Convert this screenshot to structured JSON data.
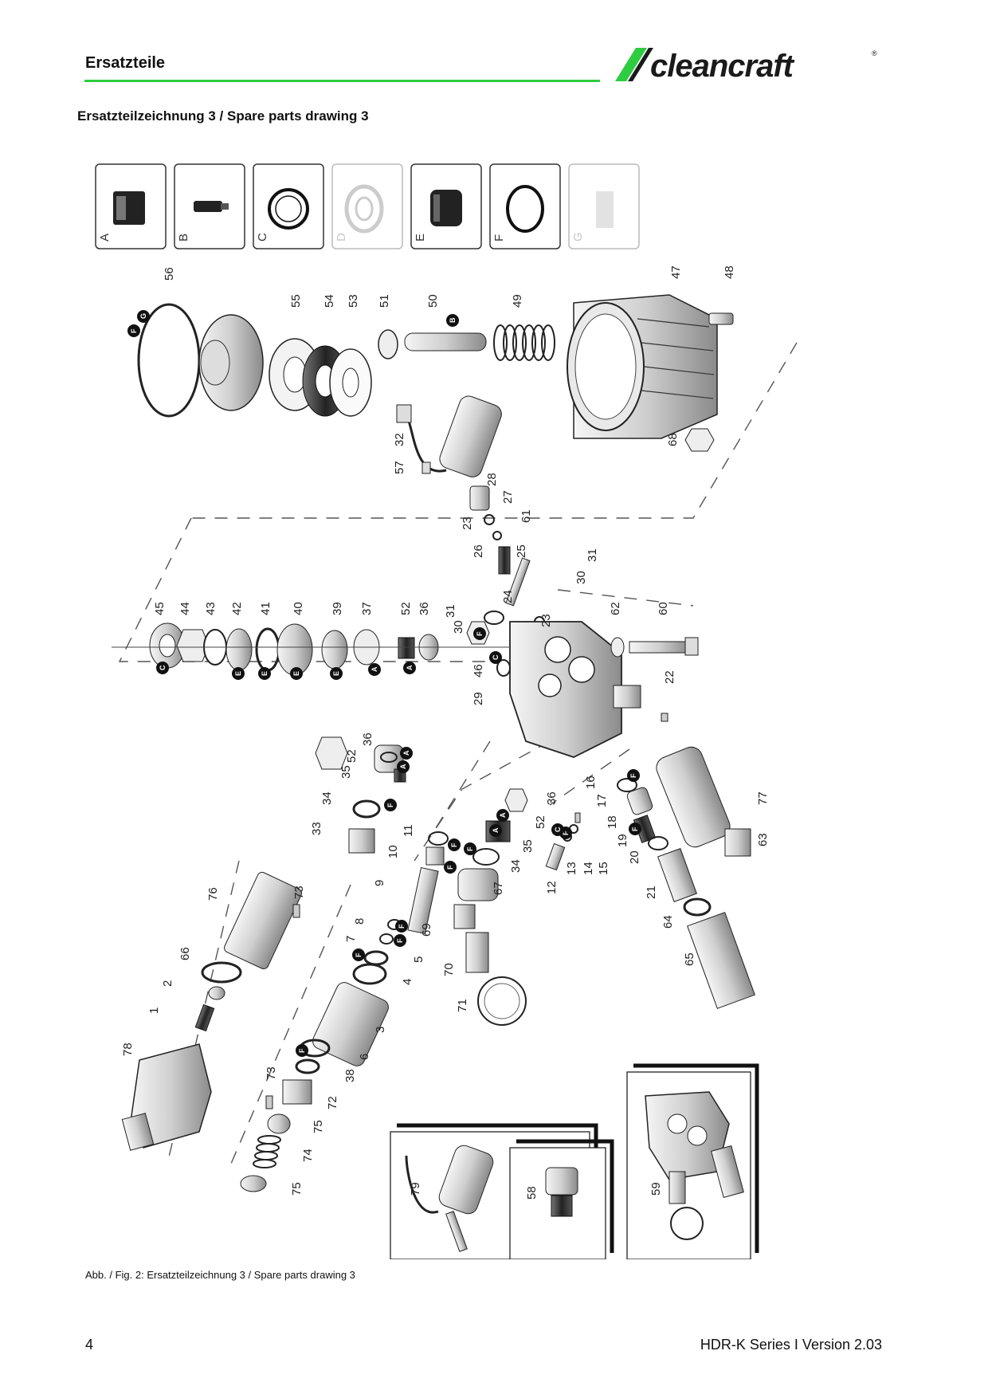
{
  "header": {
    "section_title": "Ersatzteile",
    "brand": "cleancraft"
  },
  "subtitle": "Ersatzteilzeichnung 3 / Spare parts drawing 3",
  "kits": [
    {
      "label": "A",
      "icon": "coupling-icon"
    },
    {
      "label": "B",
      "icon": "pin-icon"
    },
    {
      "label": "C",
      "icon": "seal-ring-icon"
    },
    {
      "label": "D",
      "icon": "bearing-icon"
    },
    {
      "label": "E",
      "icon": "sleeve-icon"
    },
    {
      "label": "F",
      "icon": "o-ring-icon"
    },
    {
      "label": "G",
      "icon": "plate-icon"
    }
  ],
  "part_numbers": [
    "1",
    "2",
    "3",
    "4",
    "5",
    "6",
    "7",
    "8",
    "9",
    "10",
    "11",
    "12",
    "13",
    "14",
    "15",
    "16",
    "17",
    "18",
    "19",
    "20",
    "21",
    "22",
    "23",
    "24",
    "25",
    "26",
    "27",
    "28",
    "29",
    "30",
    "31",
    "32",
    "33",
    "34",
    "35",
    "36",
    "37",
    "38",
    "39",
    "40",
    "41",
    "42",
    "43",
    "44",
    "45",
    "46",
    "47",
    "48",
    "49",
    "50",
    "51",
    "52",
    "53",
    "54",
    "55",
    "56",
    "57",
    "58",
    "59",
    "60",
    "61",
    "62",
    "63",
    "64",
    "65",
    "66",
    "67",
    "68",
    "69",
    "70",
    "71",
    "72",
    "73",
    "74",
    "75",
    "76",
    "77",
    "78",
    "79"
  ],
  "kit_markers": [
    "A",
    "B",
    "C",
    "E",
    "F",
    "G"
  ],
  "caption": "Abb. / Fig. 2: Ersatzteilzeichnung  3 / Spare parts drawing 3",
  "footer": {
    "page_number": "4",
    "series": "HDR-K Series I Version 2.03"
  }
}
